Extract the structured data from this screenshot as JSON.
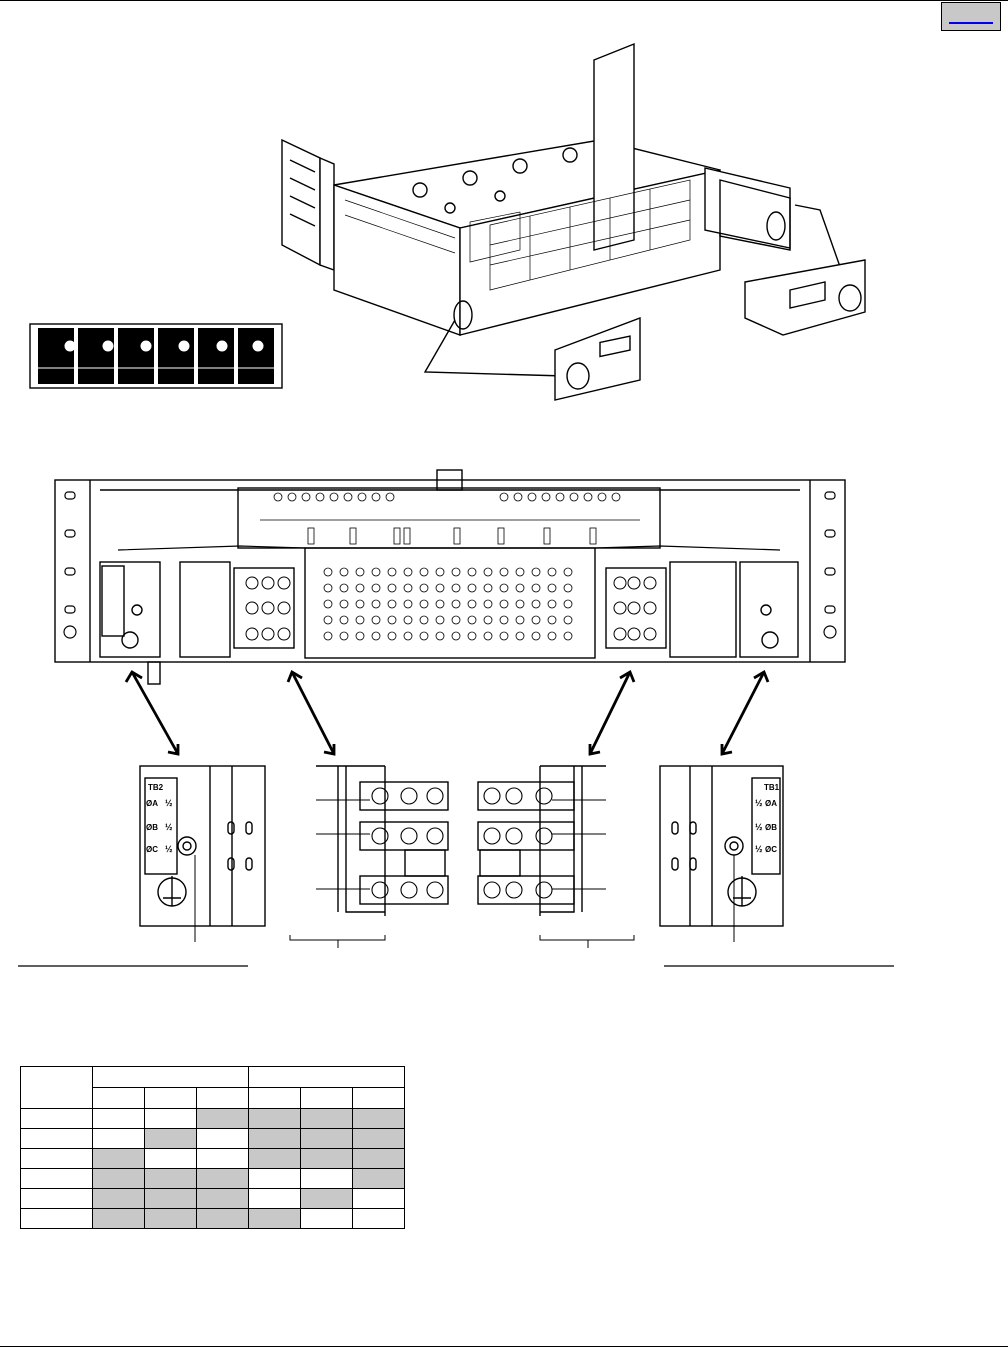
{
  "header": {
    "nav_link": ""
  },
  "callout_labels": {
    "tb2": "TB2",
    "tb1": "TB1",
    "phase_a": "ØA",
    "phase_b": "ØB",
    "phase_c": "ØC",
    "half": "½"
  },
  "config_table": {
    "shaded": [
      [
        0,
        0,
        1,
        1,
        1,
        1
      ],
      [
        0,
        1,
        0,
        1,
        1,
        1
      ],
      [
        1,
        0,
        0,
        1,
        1,
        1
      ],
      [
        1,
        1,
        1,
        0,
        0,
        1
      ],
      [
        1,
        1,
        1,
        0,
        1,
        0
      ],
      [
        1,
        1,
        1,
        1,
        0,
        0
      ]
    ]
  },
  "colors": {
    "shade": "#c8c8c8",
    "line": "#000000",
    "nav": "#c8c8c8",
    "link": "#0000ee"
  }
}
